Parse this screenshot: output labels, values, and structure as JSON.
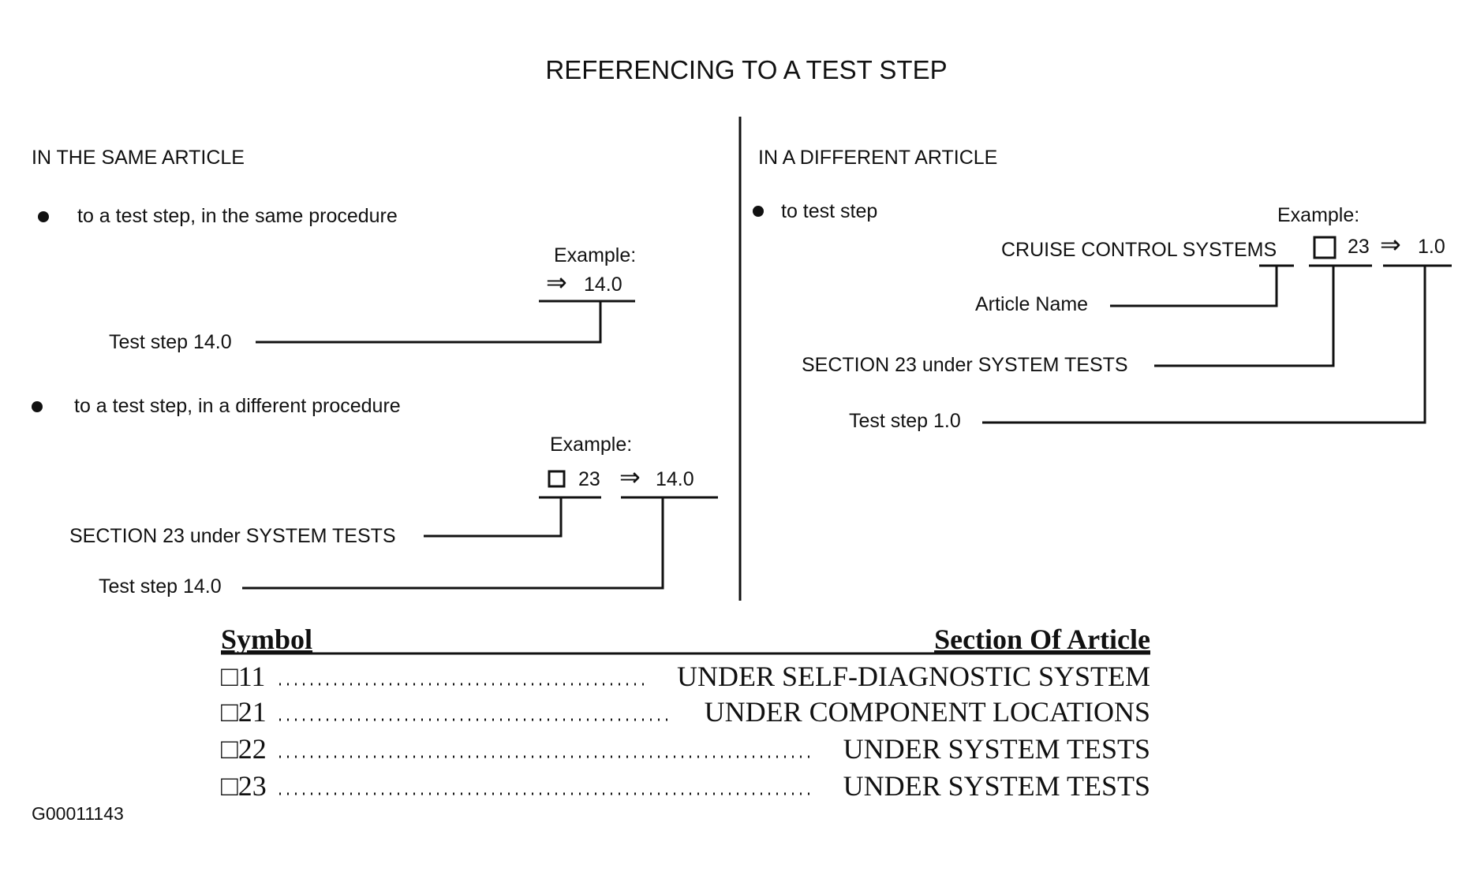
{
  "title": "REFERENCING TO A TEST STEP",
  "left": {
    "heading": "IN THE SAME ARTICLE",
    "bullet1": "to a test step, in the same procedure",
    "example1": {
      "label": "Example:",
      "arrow": "⇒",
      "step": "14.0",
      "callout": "Test step 14.0"
    },
    "bullet2": "to a test step, in a different procedure",
    "example2": {
      "label": "Example:",
      "section": "23",
      "arrow": "⇒",
      "step": "14.0",
      "callout_section": "SECTION 23 under SYSTEM TESTS",
      "callout_step": "Test step 14.0"
    }
  },
  "right": {
    "heading": "IN A DIFFERENT ARTICLE",
    "bullet1": "to test step",
    "example": {
      "label": "Example:",
      "article": "CRUISE CONTROL SYSTEMS",
      "section": "23",
      "arrow": "⇒",
      "step": "1.0",
      "callout_article": "Article Name",
      "callout_section": "SECTION 23 under SYSTEM TESTS",
      "callout_step": "Test step 1.0"
    }
  },
  "table": {
    "header_symbol": "Symbol",
    "header_section": "Section Of Article",
    "rows": [
      {
        "symbol": "□11",
        "section": "UNDER SELF-DIAGNOSTIC SYSTEM"
      },
      {
        "symbol": "□21",
        "section": "UNDER COMPONENT LOCATIONS"
      },
      {
        "symbol": "□22",
        "section": "UNDER SYSTEM TESTS"
      },
      {
        "symbol": "□23",
        "section": "UNDER SYSTEM TESTS"
      }
    ]
  },
  "figure_id": "G00011143"
}
